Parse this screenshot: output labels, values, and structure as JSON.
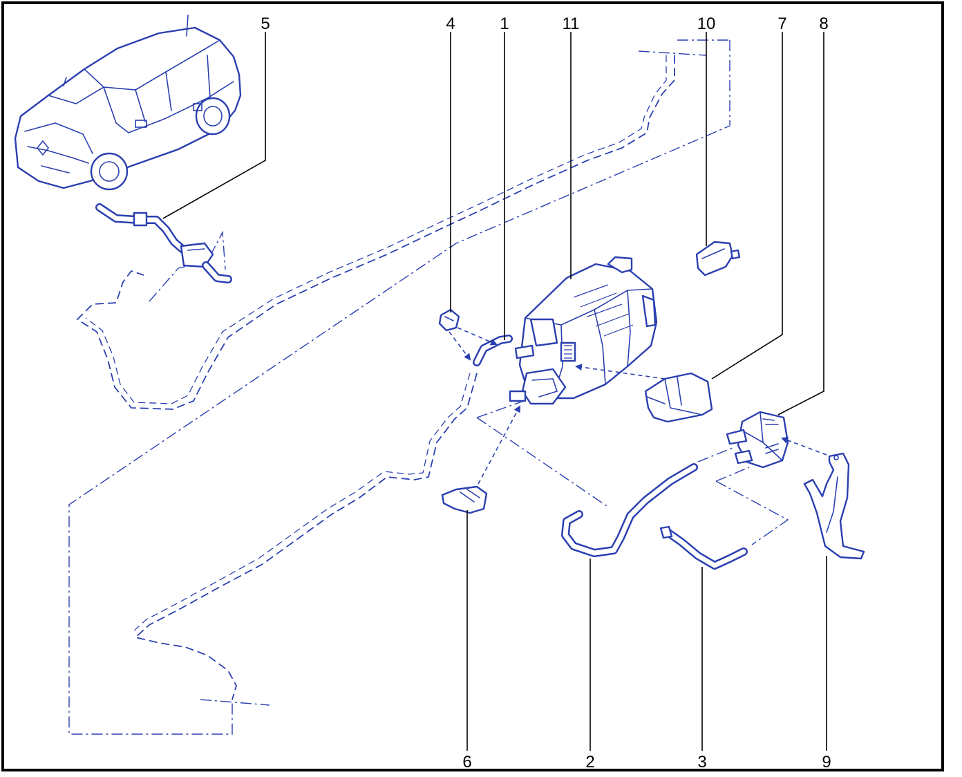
{
  "callouts": {
    "c1": "1",
    "c2": "2",
    "c3": "3",
    "c4": "4",
    "c5": "5",
    "c6": "6",
    "c7": "7",
    "c8": "8",
    "c9": "9",
    "c10": "10",
    "c11": "11"
  },
  "colors": {
    "line": "#2a3fb0",
    "leader": "#000000",
    "frame": "#000000",
    "background": "#ffffff"
  }
}
